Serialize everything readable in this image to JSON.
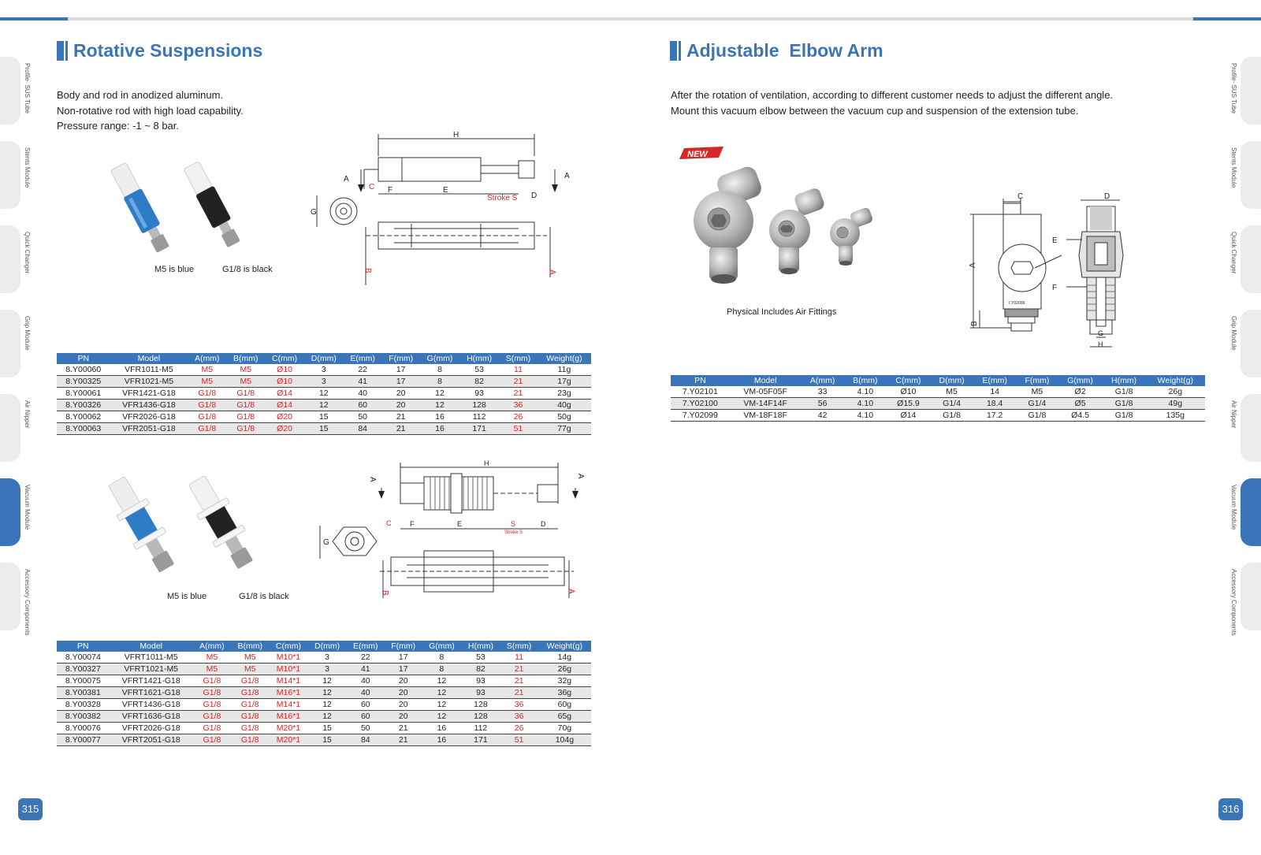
{
  "side_tabs": [
    "Profile· SUS Tube",
    "Stents Module",
    "Quick Changer",
    "Grip Module",
    "Air Nipper",
    "Vacuum Module",
    "Accessory Components"
  ],
  "left": {
    "title": "Rotative Suspensions",
    "description": [
      "Body and rod in anodized aluminum.",
      "Non-rotative rod with high load capability.",
      "Pressure range: -1 ~ 8 bar."
    ],
    "captions1": {
      "blue": "M5 is blue",
      "black": "G1/8 is black"
    },
    "captions2": {
      "blue": "M5 is blue",
      "black": "G1/8 is black"
    },
    "drawing_labels": {
      "H": "H",
      "A": "A",
      "B": "B",
      "C": "C",
      "D": "D",
      "E": "E",
      "F": "F",
      "G": "G",
      "S": "S",
      "stroke": "Stroke S"
    },
    "table1": {
      "headers": [
        "PN",
        "Model",
        "A(mm)",
        "B(mm)",
        "C(mm)",
        "D(mm)",
        "E(mm)",
        "F(mm)",
        "G(mm)",
        "H(mm)",
        "S(mm)",
        "Weight(g)"
      ],
      "rows": [
        [
          "8.Y00060",
          "VFR1011-M5",
          "M5",
          "M5",
          "Ø10",
          "3",
          "22",
          "17",
          "8",
          "53",
          "11",
          "11g"
        ],
        [
          "8.Y00325",
          "VFR1021-M5",
          "M5",
          "M5",
          "Ø10",
          "3",
          "41",
          "17",
          "8",
          "82",
          "21",
          "17g"
        ],
        [
          "8.Y00061",
          "VFR1421-G18",
          "G1/8",
          "G1/8",
          "Ø14",
          "12",
          "40",
          "20",
          "12",
          "93",
          "21",
          "23g"
        ],
        [
          "8.Y00326",
          "VFR1436-G18",
          "G1/8",
          "G1/8",
          "Ø14",
          "12",
          "60",
          "20",
          "12",
          "128",
          "36",
          "40g"
        ],
        [
          "8.Y00062",
          "VFR2026-G18",
          "G1/8",
          "G1/8",
          "Ø20",
          "15",
          "50",
          "21",
          "16",
          "112",
          "26",
          "50g"
        ],
        [
          "8.Y00063",
          "VFR2051-G18",
          "G1/8",
          "G1/8",
          "Ø20",
          "15",
          "84",
          "21",
          "16",
          "171",
          "51",
          "77g"
        ]
      ]
    },
    "table2": {
      "headers": [
        "PN",
        "Model",
        "A(mm)",
        "B(mm)",
        "C(mm)",
        "D(mm)",
        "E(mm)",
        "F(mm)",
        "G(mm)",
        "H(mm)",
        "S(mm)",
        "Weight(g)"
      ],
      "rows": [
        [
          "8.Y00074",
          "VFRT1011-M5",
          "M5",
          "M5",
          "M10*1",
          "3",
          "22",
          "17",
          "8",
          "53",
          "11",
          "14g"
        ],
        [
          "8.Y00327",
          "VFRT1021-M5",
          "M5",
          "M5",
          "M10*1",
          "3",
          "41",
          "17",
          "8",
          "82",
          "21",
          "26g"
        ],
        [
          "8.Y00075",
          "VFRT1421-G18",
          "G1/8",
          "G1/8",
          "M14*1",
          "12",
          "40",
          "20",
          "12",
          "93",
          "21",
          "32g"
        ],
        [
          "8.Y00381",
          "VFRT1621-G18",
          "G1/8",
          "G1/8",
          "M16*1",
          "12",
          "40",
          "20",
          "12",
          "93",
          "21",
          "36g"
        ],
        [
          "8.Y00328",
          "VFRT1436-G18",
          "G1/8",
          "G1/8",
          "M14*1",
          "12",
          "60",
          "20",
          "12",
          "128",
          "36",
          "60g"
        ],
        [
          "8.Y00382",
          "VFRT1636-G18",
          "G1/8",
          "G1/8",
          "M16*1",
          "12",
          "60",
          "20",
          "12",
          "128",
          "36",
          "65g"
        ],
        [
          "8.Y00076",
          "VFRT2026-G18",
          "G1/8",
          "G1/8",
          "M20*1",
          "15",
          "50",
          "21",
          "16",
          "112",
          "26",
          "70g"
        ],
        [
          "8.Y00077",
          "VFRT2051-G18",
          "G1/8",
          "G1/8",
          "M20*1",
          "15",
          "84",
          "21",
          "16",
          "171",
          "51",
          "104g"
        ]
      ]
    },
    "page_number": "315"
  },
  "right": {
    "title": "Adjustable  Elbow Arm",
    "description": [
      "After the rotation of ventilation, according to different customer needs to adjust the different angle.",
      "Mount this vacuum elbow between the vacuum cup and suspension of the extension tube."
    ],
    "new_badge": "NEW",
    "caption": "Physical Includes Air Fittings",
    "drawing_labels": {
      "A": "A",
      "B": "B",
      "C": "C",
      "D": "D",
      "E": "E",
      "F": "F",
      "G": "G",
      "H": "H"
    },
    "table": {
      "headers": [
        "PN",
        "Model",
        "A(mm)",
        "B(mm)",
        "C(mm)",
        "D(mm)",
        "E(mm)",
        "F(mm)",
        "G(mm)",
        "H(mm)",
        "Weight(g)"
      ],
      "rows": [
        [
          "7.Y02101",
          "VM-05F05F",
          "33",
          "4.10",
          "Ø10",
          "M5",
          "14",
          "M5",
          "Ø2",
          "G1/8",
          "26g"
        ],
        [
          "7.Y02100",
          "VM-14F14F",
          "56",
          "4.10",
          "Ø15.9",
          "G1/4",
          "18.4",
          "G1/4",
          "Ø5",
          "G1/8",
          "49g"
        ],
        [
          "7.Y02099",
          "VM-18F18F",
          "42",
          "4.10",
          "Ø14",
          "G1/8",
          "17.2",
          "G1/8",
          "Ø4.5",
          "G1/8",
          "135g"
        ]
      ]
    },
    "page_number": "316"
  },
  "colors": {
    "accent": "#3a74b9",
    "red_values": "#d22222",
    "tab_gray": "#ececec",
    "row_alt": "#e7e7e7"
  }
}
